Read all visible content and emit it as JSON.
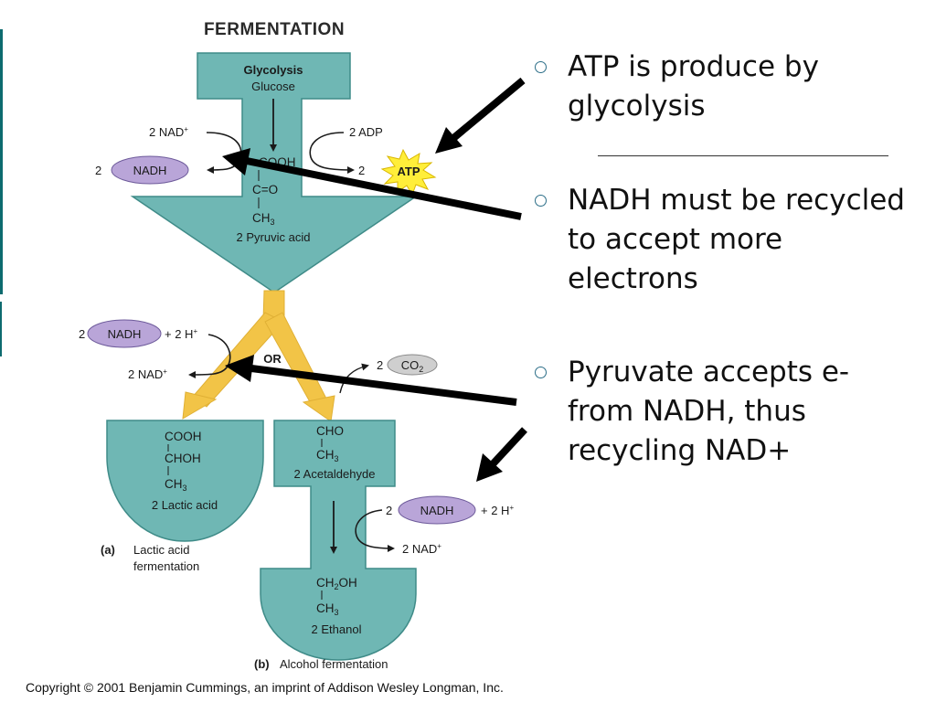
{
  "figure_title": "FERMENTATION",
  "glycolysis": {
    "title": "Glycolysis",
    "substrate": "Glucose",
    "nad_in": "2 NAD",
    "nadh_coef": "2",
    "nadh": "NADH",
    "adp": "2 ADP",
    "atp_coef": "2",
    "atp": "ATP",
    "pyruvate": "2 Pyruvic acid"
  },
  "junction": {
    "nadh_coef": "2",
    "nadh": "NADH",
    "h_plus": "+ 2 H",
    "nad_out": "2 NAD",
    "or": "OR",
    "co2_coef": "2",
    "co2": "CO"
  },
  "lactic": {
    "product": "2 Lactic acid",
    "caption_letter": "(a)",
    "caption_line1": "Lactic acid",
    "caption_line2": "fermentation"
  },
  "alcohol": {
    "intermediate": "2 Acetaldehyde",
    "nadh_coef": "2",
    "nadh": "NADH",
    "h_plus": "+ 2 H",
    "nad_out": "2 NAD",
    "product": "2 Ethanol",
    "caption_letter": "(b)",
    "caption_text": "Alcohol fermentation"
  },
  "bullets": [
    "ATP is produce by glycolysis",
    "NADH must be recycled to accept more electrons",
    "Pyruvate accepts e- from NADH, thus recycling NAD+"
  ],
  "copyright": "Copyright © 2001 Benjamin Cummings, an imprint of Addison Wesley Longman, Inc.",
  "colors": {
    "teal_fill": "#6fb7b4",
    "teal_stroke": "#3f8b88",
    "nadh_fill": "#b9a5d8",
    "atp_fill": "#ffee3a",
    "yellow_arrow": "#f2c447",
    "co2_fill": "#cfcfcf",
    "sidebar": "#0d6b6f"
  }
}
